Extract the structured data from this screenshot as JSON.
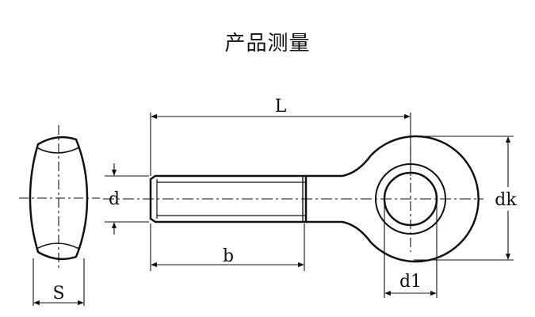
{
  "title": "产品测量",
  "labels": {
    "L": "L",
    "d": "d",
    "dk": "dk",
    "b": "b",
    "d1": "d1",
    "S": "S"
  }
}
